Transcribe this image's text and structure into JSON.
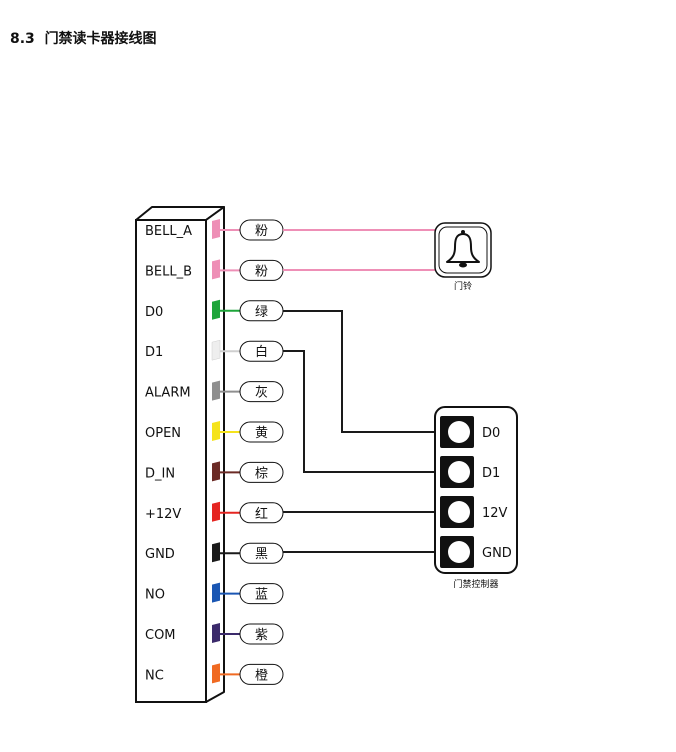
{
  "heading": {
    "number": "8.3",
    "title": "门禁读卡器接线图"
  },
  "terminals": [
    {
      "label": "BELL_A",
      "wire": "粉",
      "color": "#ee8fb6"
    },
    {
      "label": "BELL_B",
      "wire": "粉",
      "color": "#ee8fb6"
    },
    {
      "label": "D0",
      "wire": "绿",
      "color": "#1ea53a"
    },
    {
      "label": "D1",
      "wire": "白",
      "color": "#eeeeee"
    },
    {
      "label": "ALARM",
      "wire": "灰",
      "color": "#8f8f8f"
    },
    {
      "label": "OPEN",
      "wire": "黄",
      "color": "#f5e31c"
    },
    {
      "label": "D_IN",
      "wire": "棕",
      "color": "#6b2a25"
    },
    {
      "label": "+12V",
      "wire": "红",
      "color": "#e52521"
    },
    {
      "label": "GND",
      "wire": "黑",
      "color": "#1a1a1a"
    },
    {
      "label": "NO",
      "wire": "蓝",
      "color": "#1a56b3"
    },
    {
      "label": "COM",
      "wire": "紫",
      "color": "#3b2a6b"
    },
    {
      "label": "NC",
      "wire": "橙",
      "color": "#f06a22"
    }
  ],
  "bell": {
    "label": "门铃",
    "icon": "bell-icon"
  },
  "controller": {
    "label": "门禁控制器",
    "ports": [
      "D0",
      "D1",
      "12V",
      "GND"
    ]
  },
  "colors": {
    "pink_wire": "#ee8fb6",
    "black_wire": "#1a1a1a"
  }
}
